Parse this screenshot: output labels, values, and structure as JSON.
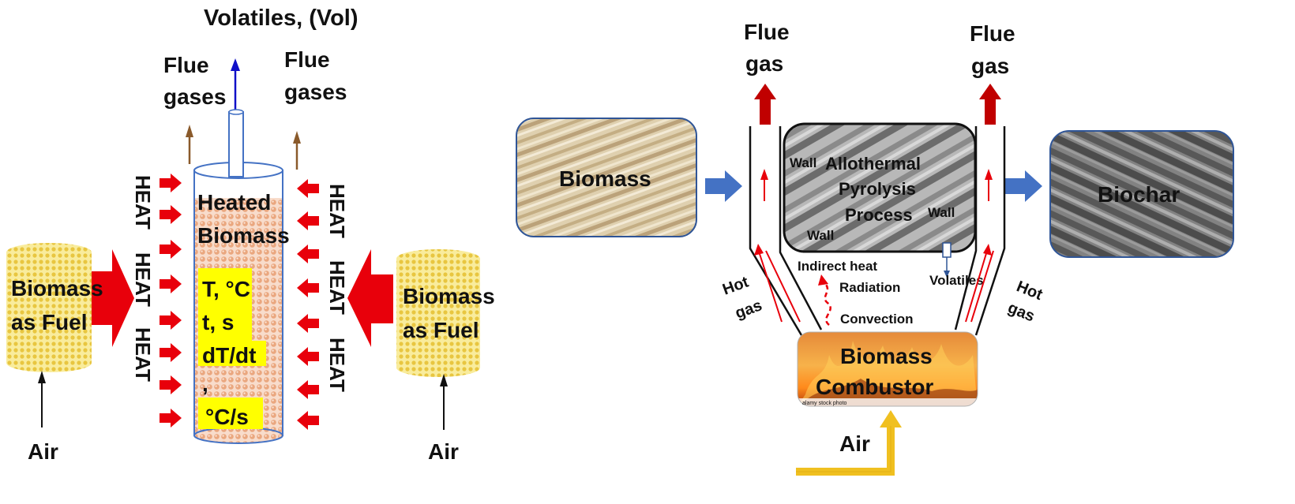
{
  "left_panel": {
    "top_label": "Volatiles, (Vol)",
    "flue_left": [
      "Flue",
      "gases"
    ],
    "flue_right": [
      "Flue",
      "gases"
    ],
    "reactor_label": [
      "Heated",
      "Biomass"
    ],
    "params": [
      "T, °C",
      "t, s",
      "dT/dt",
      ",",
      "°C/s"
    ],
    "heat_label": "HEAT",
    "fuel_left": [
      "Biomass",
      "as Fuel"
    ],
    "fuel_right": [
      "Biomass",
      "as Fuel"
    ],
    "air_left": "Air",
    "air_right": "Air"
  },
  "right_panel": {
    "biomass_box": "Biomass",
    "biochar_box": "Biochar",
    "flue_left": [
      "Flue",
      "gas"
    ],
    "flue_right": [
      "Flue",
      "gas"
    ],
    "process": [
      "Allothermal",
      "Pyrolysis",
      "Process"
    ],
    "wall_labels": [
      "Wall",
      "Wall",
      "Wall"
    ],
    "hot_gas_left": [
      "Hot",
      "gas"
    ],
    "hot_gas_right": [
      "Hot",
      "gas"
    ],
    "indirect_heat": "Indirect heat",
    "radiation": "Radiation",
    "convection": "Convection",
    "volatiles": "Volatiles",
    "combustor": [
      "Biomass",
      "Combustor"
    ],
    "combustor_watermark": "alamy stock photo",
    "air": "Air"
  },
  "colors": {
    "heat_arrow": "#e8000b",
    "fuel_fill": "#f2d769",
    "biomass_particles": "#e9a77c",
    "param_highlight": "#ffff00",
    "volatiles_arrow": "#1010c8",
    "flue_arrow": "#8a5a2b",
    "flow_arrow": "#4472c4",
    "flue_gas_arrow": "#c00000",
    "air_arrow": "#f0c020"
  }
}
